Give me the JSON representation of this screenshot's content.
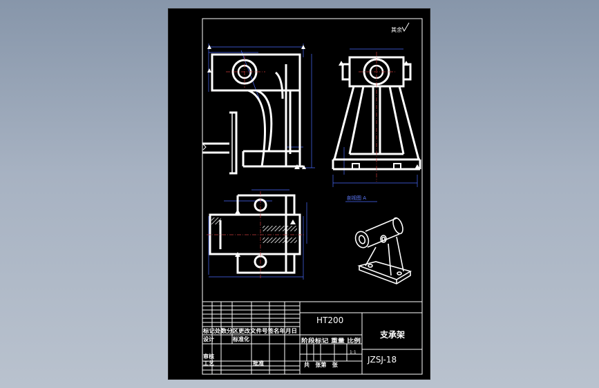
{
  "drawing": {
    "roughness_note": "其余",
    "section_label": "剖视图 A",
    "title_block": {
      "material": "HT200",
      "part_name": "支承架",
      "drawing_number": "JZSJ-18",
      "scale": "1:1",
      "row_revision": "标记处数分区更改文件号签名年月日",
      "row_design": "设计",
      "row_standard": "标准化",
      "row_stage": "阶段标记 重量 比例",
      "row_review": "审核",
      "row_process": "工艺",
      "row_approve": "批准",
      "row_sheets": "共   张第   张"
    }
  },
  "colors": {
    "paper": "#000000",
    "line": "#ffffff",
    "dimension": "#4a6cff",
    "center": "#c83a3a",
    "background": "#98a5b8"
  }
}
